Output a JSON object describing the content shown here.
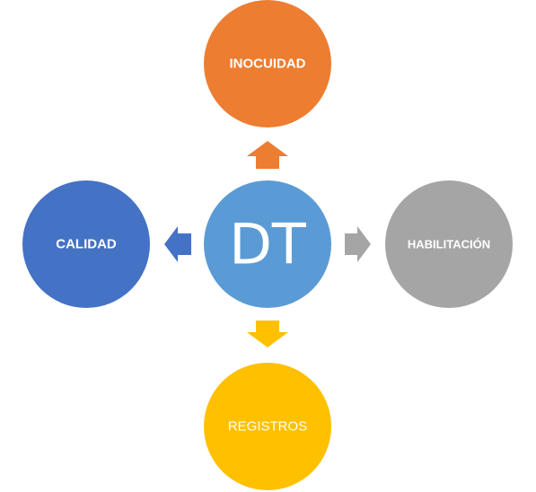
{
  "diagram": {
    "center": {
      "label": "DT",
      "color": "#5b9bd5"
    },
    "nodes": {
      "top": {
        "label": "INOCUIDAD",
        "color": "#ed7d31"
      },
      "left": {
        "label": "CALIDAD",
        "color": "#4472c4"
      },
      "right": {
        "label": "HABILITACIÓN",
        "color": "#a5a5a5"
      },
      "bottom": {
        "label": "REGISTROS",
        "color": "#ffc000"
      }
    }
  }
}
